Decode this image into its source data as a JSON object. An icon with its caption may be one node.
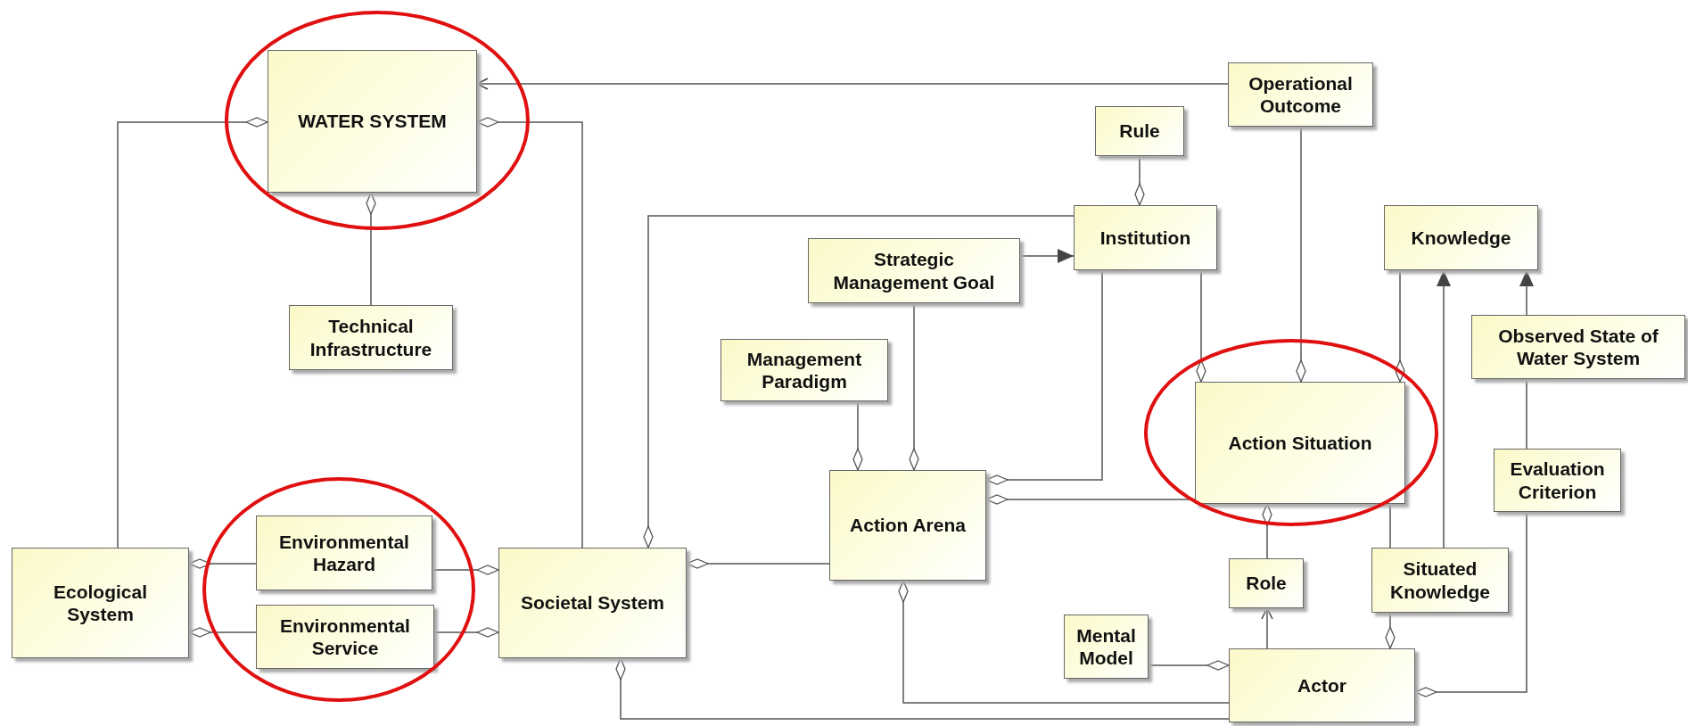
{
  "diagram": {
    "nodes": [
      {
        "text": [
          "WATER SYSTEM"
        ]
      },
      {
        "text": [
          "Operational Outcome"
        ]
      },
      {
        "text": [
          "Rule"
        ]
      },
      {
        "text": [
          "Institution"
        ]
      },
      {
        "text": [
          "Strategic Management Goal"
        ]
      },
      {
        "text": [
          "Knowledge"
        ]
      },
      {
        "text": [
          "Technical Infrastructure"
        ]
      },
      {
        "text": [
          "Observed State of Water System"
        ]
      },
      {
        "text": [
          "Management Paradigm"
        ]
      },
      {
        "text": [
          "Action Situation"
        ]
      },
      {
        "text": [
          "Evaluation Criterion"
        ]
      },
      {
        "text": [
          "Action Arena"
        ]
      },
      {
        "text": [
          "Environmental Hazard"
        ]
      },
      {
        "text": [
          "Ecological System"
        ]
      },
      {
        "text": [
          "Societal System"
        ]
      },
      {
        "text": [
          "Environmental Service"
        ]
      },
      {
        "text": [
          "Role"
        ]
      },
      {
        "text": [
          "Situated Knowledge"
        ]
      },
      {
        "text": [
          "Mental Model"
        ]
      },
      {
        "text": [
          "Actor"
        ]
      }
    ],
    "edges": [
      {
        "from": 1,
        "to": 0,
        "arrow": "to"
      },
      {
        "from": 13,
        "to": 0,
        "arrow": "other"
      },
      {
        "from": 14,
        "to": 0,
        "arrow": "other"
      },
      {
        "from": 6,
        "to": 0,
        "arrow": "other"
      },
      {
        "from": 2,
        "to": 3,
        "arrow": "other"
      },
      {
        "from": 3,
        "to": 14,
        "arrow": "other"
      },
      {
        "from": 4,
        "to": 3,
        "arrow": "to"
      },
      {
        "from": 4,
        "to": 11,
        "arrow": "other"
      },
      {
        "from": 8,
        "to": 11,
        "arrow": "other"
      },
      {
        "from": 3,
        "to": 11,
        "arrow": "other"
      },
      {
        "from": 3,
        "to": 9,
        "arrow": "other"
      },
      {
        "from": 1,
        "to": 9,
        "arrow": "other"
      },
      {
        "from": 5,
        "to": 9,
        "arrow": "other"
      },
      {
        "from": 9,
        "to": 11,
        "arrow": "other"
      },
      {
        "from": 17,
        "to": 5,
        "arrow": "to"
      },
      {
        "from": 7,
        "to": 5,
        "arrow": "to"
      },
      {
        "from": 7,
        "to": 10,
        "arrow": "none"
      },
      {
        "from": 9,
        "to": 17,
        "arrow": "none"
      },
      {
        "from": 16,
        "to": 9,
        "arrow": "other"
      },
      {
        "from": 19,
        "to": 16,
        "arrow": "to"
      },
      {
        "from": 18,
        "to": 19,
        "arrow": "other"
      },
      {
        "from": 17,
        "to": 19,
        "arrow": "other"
      },
      {
        "from": 10,
        "to": 19,
        "arrow": "other"
      },
      {
        "from": 19,
        "to": 11,
        "arrow": "other"
      },
      {
        "from": 19,
        "to": 14,
        "arrow": "other"
      },
      {
        "from": 11,
        "to": 14,
        "arrow": "other"
      },
      {
        "from": 12,
        "to": 13,
        "arrow": "other"
      },
      {
        "from": 12,
        "to": 14,
        "arrow": "other"
      },
      {
        "from": 15,
        "to": 13,
        "arrow": "other"
      },
      {
        "from": 15,
        "to": 14,
        "arrow": "other"
      }
    ]
  }
}
